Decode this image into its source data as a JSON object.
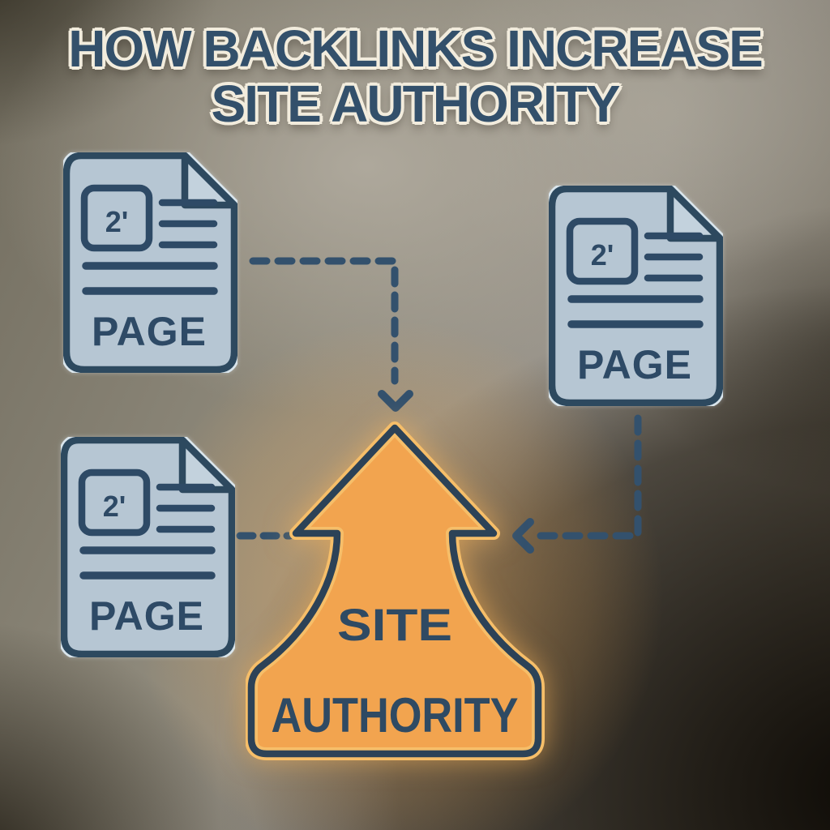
{
  "title": {
    "line1": "HOW BACKLINKS INCREASE",
    "line2": "SITE AUTHORITY"
  },
  "pages": [
    {
      "id": "top-left",
      "label": "PAGE",
      "thumb_glyph": "2'"
    },
    {
      "id": "right",
      "label": "PAGE",
      "thumb_glyph": "2'"
    },
    {
      "id": "bottom-left",
      "label": "PAGE",
      "thumb_glyph": "2'"
    }
  ],
  "arrow": {
    "line1": "SITE",
    "line2": "AUTHORITY"
  },
  "colors": {
    "title_fill": "#33506b",
    "title_outline": "#f2ecdd",
    "page_fill": "#b6c6d3",
    "page_outline": "#2d495f",
    "page_text": "#2e4a66",
    "arrow_fill": "#f2a44f",
    "arrow_outline": "#2c4257",
    "arrow_inner_rim": "#f6be69",
    "arrow_text": "#2f4a63",
    "connector_dash": "#33516d",
    "background_light": "#a8a295",
    "background_dark": "#1a140b",
    "background_glow": "#f5ad52"
  }
}
